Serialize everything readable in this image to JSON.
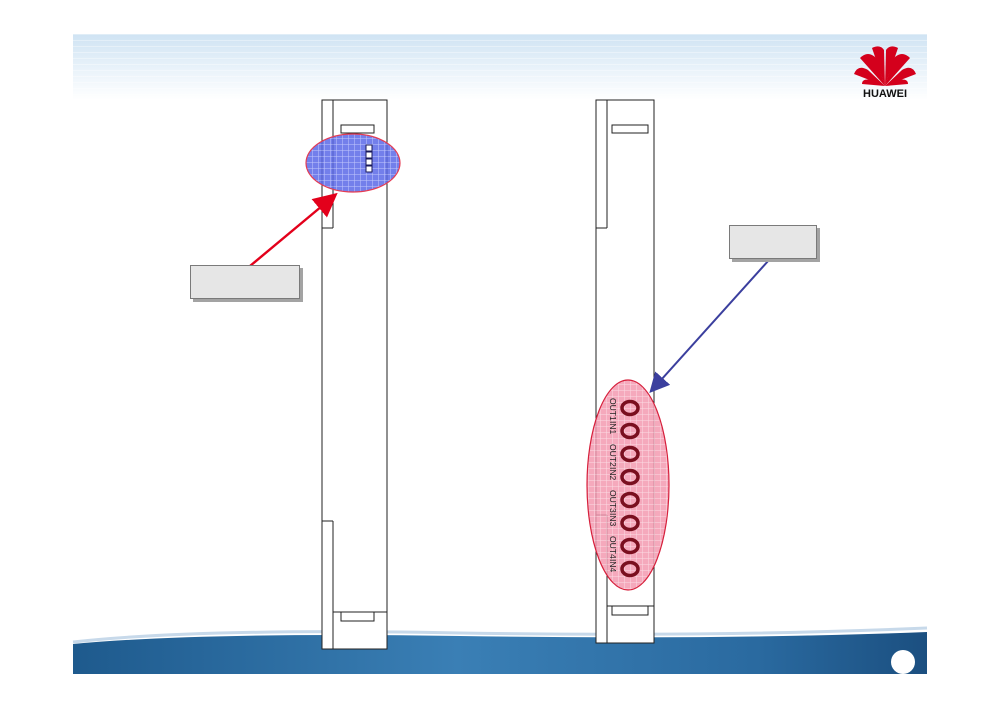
{
  "brand": {
    "logo_text": "HUAWEI"
  },
  "colors": {
    "header": "#d6e7f5",
    "footer": "#1d5f93",
    "red_arrow": "#e3001b",
    "blue_arrow": "#3b3f9e",
    "blue_highlight": "#4f5ee6",
    "pink_highlight": "#f08aa0",
    "port_ring": "#7a0f1f"
  },
  "board_right": {
    "port_labels": [
      "OUT1",
      "IN1",
      "OUT2",
      "IN2",
      "OUT3",
      "IN3",
      "OUT4",
      "IN4"
    ]
  },
  "callouts": {
    "left_text": "",
    "right_text": ""
  }
}
